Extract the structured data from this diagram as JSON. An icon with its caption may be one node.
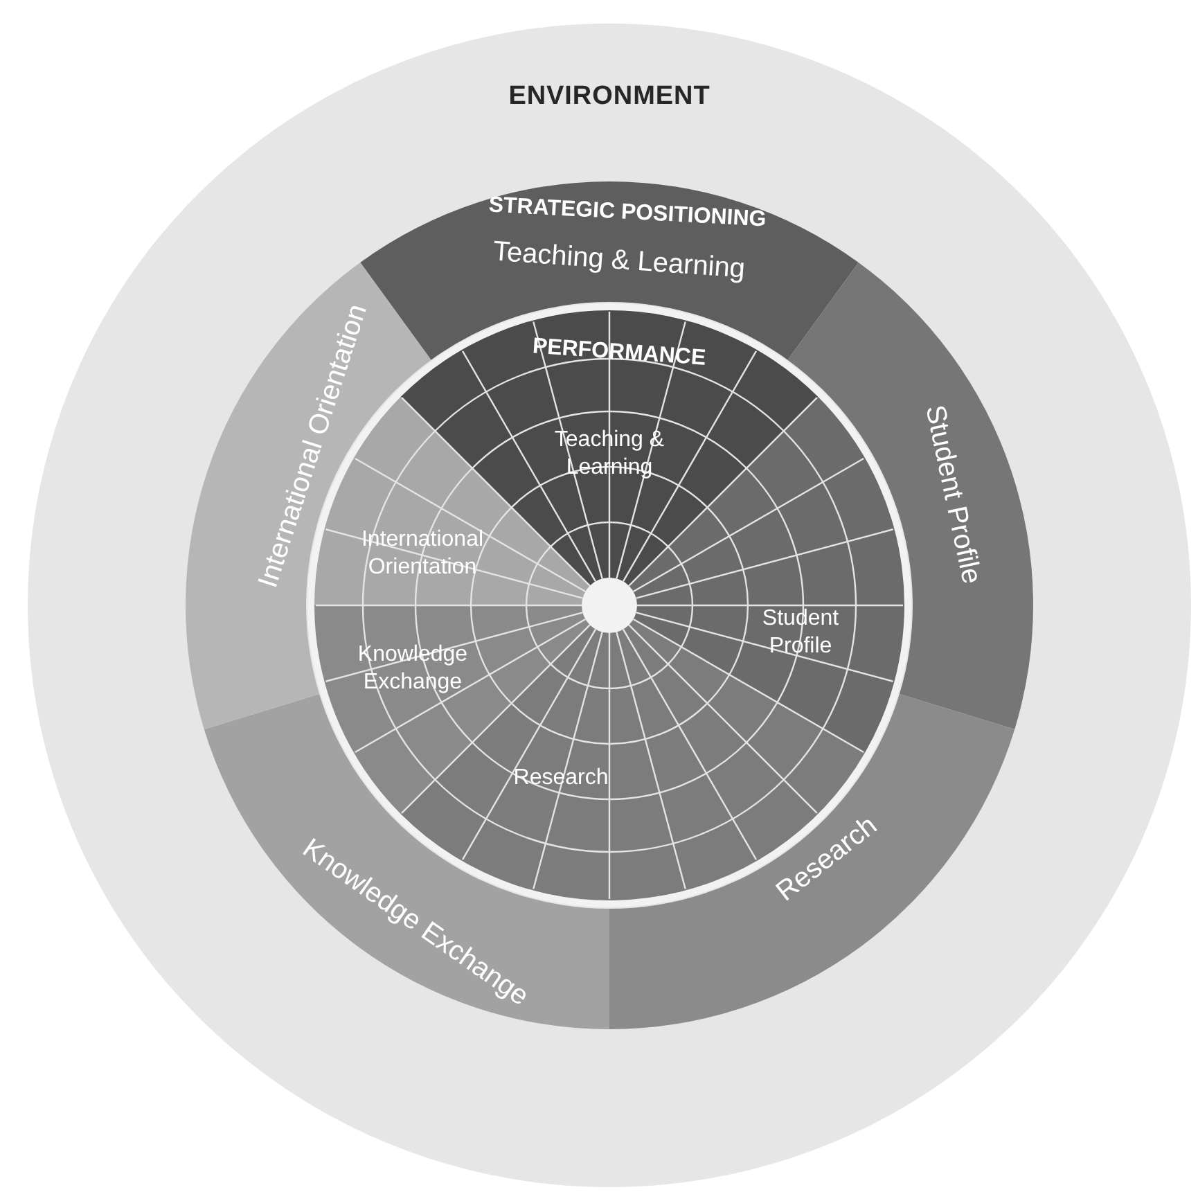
{
  "diagram": {
    "nodes": [
      {
        "text": [
          "ENVIRONMENT"
        ]
      },
      {
        "text": [
          "Teaching & Learning"
        ],
        "in": 0
      },
      {
        "text": [
          "Student Profile"
        ],
        "in": 0
      },
      {
        "text": [
          "Research"
        ],
        "in": 0
      },
      {
        "text": [
          "Knowledge Exchange"
        ],
        "in": 0
      },
      {
        "text": [
          "International Orientation"
        ],
        "in": 0
      },
      {
        "text": [],
        "shape": "circle",
        "in": 0
      },
      {
        "text": [
          "Teaching & Learning"
        ],
        "in": 6
      },
      {
        "text": [
          "Student Profile"
        ],
        "in": 6
      },
      {
        "text": [
          "Research"
        ],
        "in": 6
      },
      {
        "text": [
          "Knowledge Exchange"
        ],
        "in": 6
      },
      {
        "text": [
          "International Orientation"
        ],
        "in": 6
      }
    ],
    "labels": [
      "STRATEGIC POSITIONING",
      "PERFORMANCE"
    ]
  }
}
